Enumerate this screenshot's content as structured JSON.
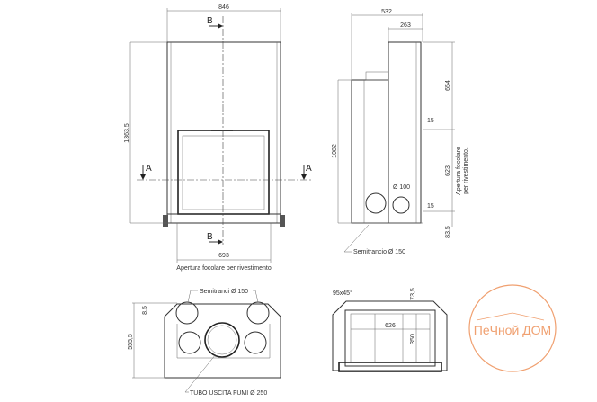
{
  "front_view": {
    "width_dim": "846",
    "height_dim": "1363,5",
    "opening_width_dim": "693",
    "section_b_top": "B",
    "section_b_bottom": "B",
    "section_a_left": "A",
    "section_a_right": "A",
    "caption": "Apertura focolare per rivestimento"
  },
  "side_view": {
    "depth_dim": "532",
    "upper_depth_dim": "263",
    "height_dim": "1082",
    "upper_dim": "654",
    "opening_dim": "623",
    "base_dim": "83,5",
    "gap_top": "15",
    "gap_bottom": "15",
    "air_inlet": "Ø 100",
    "semitrancio_label": "Semitrancio  Ø 150",
    "side_caption_line1": "Apertura focolare",
    "side_caption_line2": "per rivestimento."
  },
  "top_view": {
    "semitranci_label": "Semitranci  Ø 150",
    "offset_dim": "8,5",
    "depth_dim": "555,5",
    "flue_label": "TUBO USCITA FUMI  Ø 250"
  },
  "section_view": {
    "chamfer_dim": "95x45°",
    "top_dim": "73,5",
    "inner_width_dim": "626",
    "inner_depth_dim": "350"
  },
  "watermark": {
    "text": "ПеЧной ДОМ",
    "color": "#f0a070"
  }
}
